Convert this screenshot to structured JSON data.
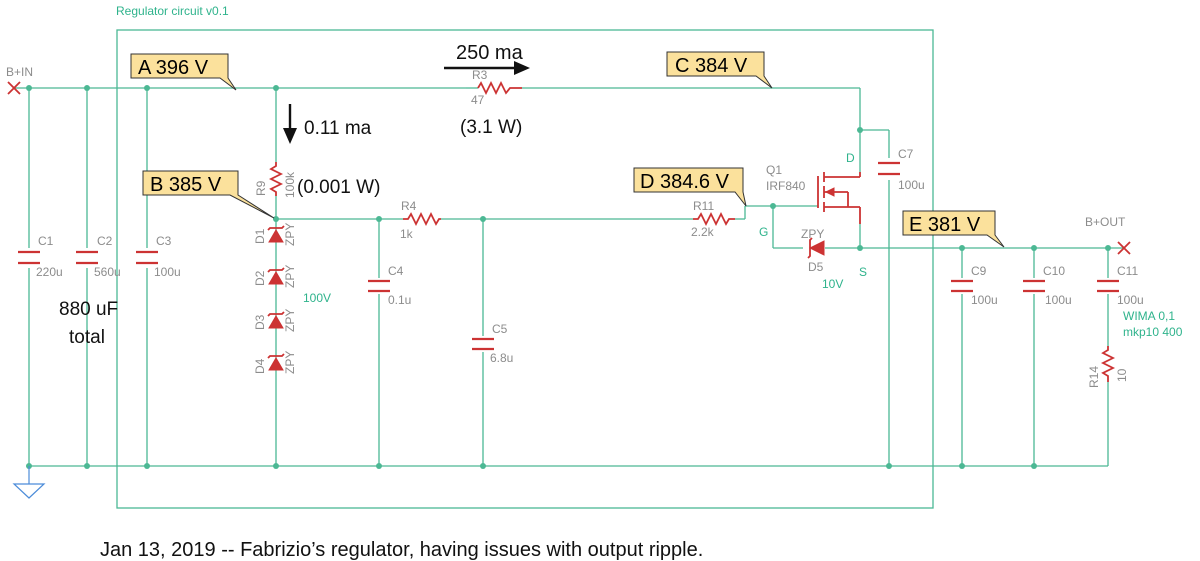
{
  "frame_title": "Regulator circuit v0.1",
  "nets": {
    "input": "B+IN",
    "output": "B+OUT"
  },
  "callouts": {
    "A": "A  396 V",
    "B": "B  385 V",
    "C": "C  384 V",
    "D": "D  384.6 V",
    "E": "E  381 V"
  },
  "annotations": {
    "r3_current": "250 ma",
    "r3_power": "(3.1 W)",
    "r9_current": "0.11 ma",
    "r9_power": "(0.001 W)",
    "cap_total_line1": "880 uF",
    "cap_total_line2": "total"
  },
  "components": {
    "C1": {
      "name": "C1",
      "value": "220u"
    },
    "C2": {
      "name": "C2",
      "value": "560u"
    },
    "C3": {
      "name": "C3",
      "value": "100u"
    },
    "C4": {
      "name": "C4",
      "value": "0.1u"
    },
    "C5": {
      "name": "C5",
      "value": "6.8u"
    },
    "C7": {
      "name": "C7",
      "value": "100u"
    },
    "C9": {
      "name": "C9",
      "value": "100u"
    },
    "C10": {
      "name": "C10",
      "value": "100u"
    },
    "C11": {
      "name": "C11",
      "value": "100u",
      "note1": "WIMA 0,1",
      "note2": "mkp10 400"
    },
    "R3": {
      "name": "R3",
      "value": "47"
    },
    "R4": {
      "name": "R4",
      "value": "1k"
    },
    "R9": {
      "name": "R9",
      "value": "100k"
    },
    "R11": {
      "name": "R11",
      "value": "2.2k"
    },
    "R14": {
      "name": "R14",
      "value": "10"
    },
    "Q1": {
      "name": "Q1",
      "value": "IRF840",
      "gate": "G",
      "drain": "D",
      "source": "S"
    },
    "D1": {
      "name": "D1",
      "type": "ZPY"
    },
    "D2": {
      "name": "D2",
      "type": "ZPY"
    },
    "D3": {
      "name": "D3",
      "type": "ZPY"
    },
    "D4": {
      "name": "D4",
      "type": "ZPY"
    },
    "D5": {
      "name": "D5",
      "type": "ZPY",
      "voltage": "10V"
    },
    "zener_string_voltage": "100V"
  },
  "caption": "Jan 13, 2019 -- Fabrizio’s regulator, having issues with output ripple.",
  "colors": {
    "wire": "#4cb894",
    "part": "#cc3333",
    "callout_fill": "#fbe19c",
    "ground": "#4c8cd9"
  }
}
